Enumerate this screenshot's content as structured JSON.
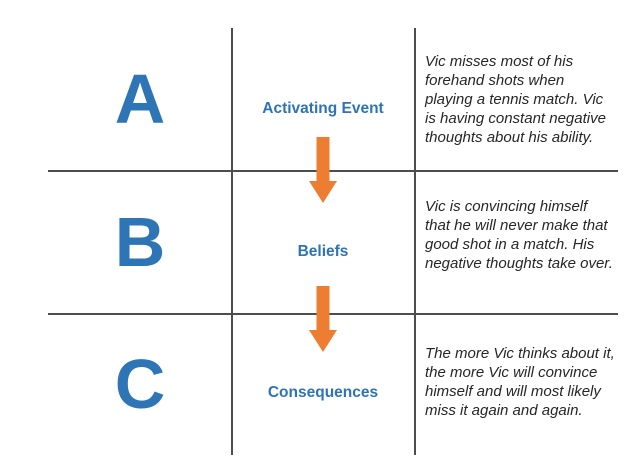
{
  "diagram": {
    "rows": [
      {
        "letter": "A",
        "label": "Activating Event",
        "description": "Vic misses most of his\nforehand shots when\nplaying a tennis match. Vic\nis having constant negative\nthoughts about his ability."
      },
      {
        "letter": "B",
        "label": "Beliefs",
        "description": "Vic is convincing himself\nthat he will never make that\ngood shot in a match. His\nnegative thoughts take over."
      },
      {
        "letter": "C",
        "label": "Consequences",
        "description": "The more Vic thinks about it,\nthe more Vic will convince\nhimself and will most likely\nmiss it again and again."
      }
    ],
    "colors": {
      "blue": "#2E75B6",
      "orange": "#ED7D31",
      "line": "#4D4D4D",
      "text": "#262626"
    }
  }
}
